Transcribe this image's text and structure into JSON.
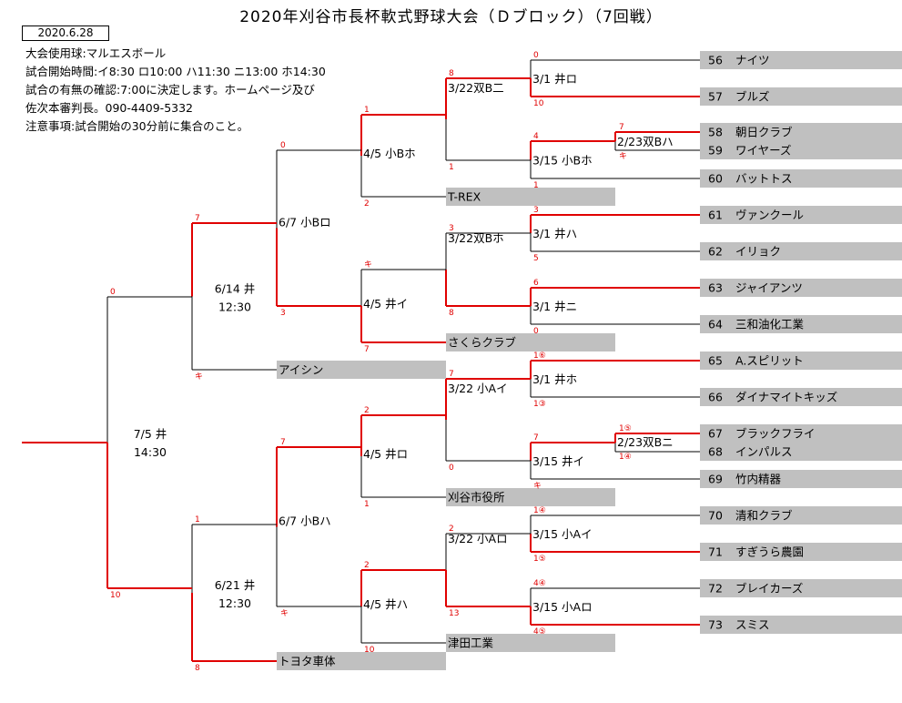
{
  "header": {
    "title": "2020年刈谷市長杯軟式野球大会（Ｄブロック）（7回戦）",
    "date": "2020.6.28",
    "info": [
      "大会使用球:マルエスボール",
      "試合開始時間:イ8:30 ロ10:00 ハ11:30 ニ13:00 ホ14:30",
      "試合の有無の確認:7:00に決定します。ホームページ及び",
      "佐次本審判長。090-4409-5332",
      "注意事項:試合開始の30分前に集合のこと。"
    ]
  },
  "colors": {
    "win": "#e00000",
    "line": "#000000",
    "team_bg": "#c0c0c0"
  },
  "teams_right": [
    {
      "no": "56",
      "name": "ナイツ"
    },
    {
      "no": "57",
      "name": "ブルズ"
    },
    {
      "no": "58",
      "name": "朝日クラブ"
    },
    {
      "no": "59",
      "name": "ワイヤーズ"
    },
    {
      "no": "60",
      "name": "バットトス"
    },
    {
      "no": "61",
      "name": "ヴァンクール"
    },
    {
      "no": "62",
      "name": "イリョク"
    },
    {
      "no": "63",
      "name": "ジャイアンツ"
    },
    {
      "no": "64",
      "name": "三和油化工業"
    },
    {
      "no": "65",
      "name": "A.スピリット"
    },
    {
      "no": "66",
      "name": "ダイナマイトキッズ"
    },
    {
      "no": "67",
      "name": "ブラックフライ"
    },
    {
      "no": "68",
      "name": "インパルス"
    },
    {
      "no": "69",
      "name": "竹内精器"
    },
    {
      "no": "70",
      "name": "清和クラブ"
    },
    {
      "no": "71",
      "name": "すぎうら農園"
    },
    {
      "no": "72",
      "name": "ブレイカーズ"
    },
    {
      "no": "73",
      "name": "スミス"
    }
  ],
  "seeded_teams": [
    "T-REX",
    "さくらクラブ",
    "刈谷市役所",
    "津田工業",
    "アイシン",
    "トヨタ車体"
  ],
  "match_labels": {
    "r1": [
      "2/23双Bハ",
      "2/23双Bニ"
    ],
    "r2": [
      "3/1 井ロ",
      "3/15 小Bホ",
      "3/1 井ハ",
      "3/1 井ニ",
      "3/1 井ホ",
      "3/15 井イ",
      "3/15 小Aイ",
      "3/15 小Aロ"
    ],
    "r3": [
      "3/22双B二",
      "3/22双Bホ",
      "3/22 小Aイ",
      "3/22 小Aロ"
    ],
    "r4": [
      "4/5 小Bホ",
      "4/5 井イ",
      "4/5 井ロ",
      "4/5 井ハ"
    ],
    "r5": [
      "6/7 小Bロ",
      "6/7 小Bハ"
    ],
    "r6": [
      [
        "6/14 井",
        "12:30"
      ],
      [
        "6/21 井",
        "12:30"
      ]
    ],
    "final": [
      "7/5 井",
      "14:30"
    ]
  },
  "scores": {
    "r1a": [
      "7",
      "キ"
    ],
    "r1b": [
      "1⑤",
      "1④"
    ],
    "r2_1": [
      "0",
      "10"
    ],
    "r2_2": [
      "4",
      "1"
    ],
    "r2_3": [
      "3",
      "5"
    ],
    "r2_4": [
      "6",
      "0"
    ],
    "r2_5": [
      "1⑥",
      "1③"
    ],
    "r2_6": [
      "7",
      "キ"
    ],
    "r2_7": [
      "1④",
      "1⑤"
    ],
    "r2_8": [
      "4④",
      "4⑤"
    ],
    "r3_1": [
      "8",
      "1"
    ],
    "r3_2": [
      "3",
      "8"
    ],
    "r3_3": [
      "7",
      "0"
    ],
    "r3_4": [
      "2",
      "13"
    ],
    "r4_1": [
      "1",
      "2"
    ],
    "r4_2": [
      "キ",
      "7"
    ],
    "r4_3": [
      "2",
      "1"
    ],
    "r4_4": [
      "2",
      "10"
    ],
    "r5_1": [
      "0",
      "3"
    ],
    "r5_2": [
      "7",
      "キ"
    ],
    "r6_1": [
      "7",
      "キ"
    ],
    "r6_2": [
      "1",
      "8"
    ],
    "final": [
      "0",
      "10"
    ]
  }
}
